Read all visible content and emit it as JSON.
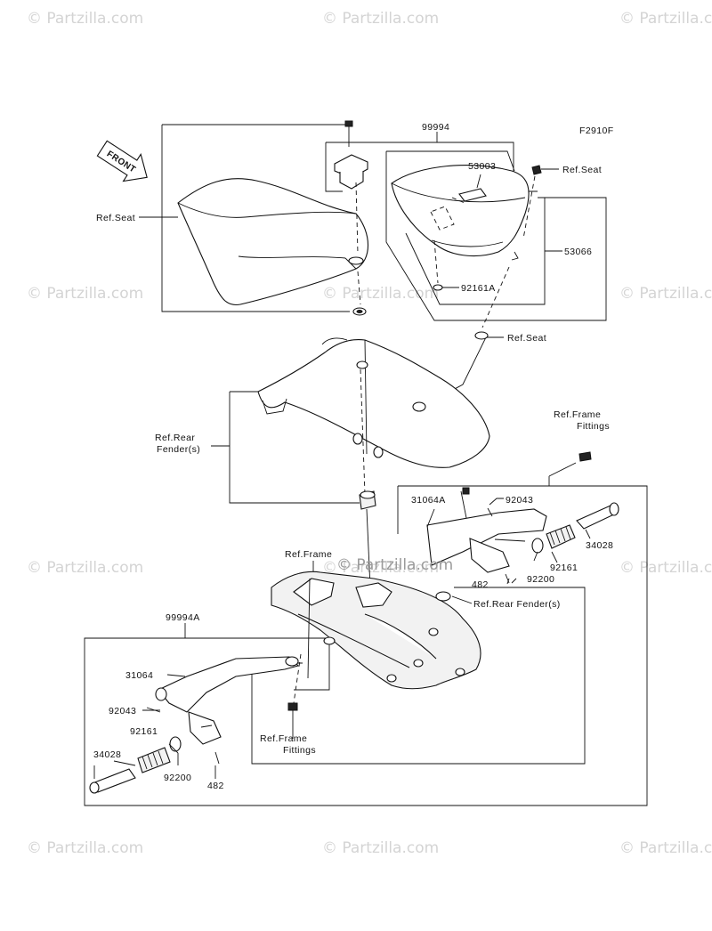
{
  "diagram_code": "F2910F",
  "front_label": "FRONT",
  "watermarks": [
    "© Partzilla.com",
    "© Partzilla.com",
    "© Partzilla.com",
    "© Partzilla.com",
    "© Partzilla.com",
    "© Partzilla.com",
    "© Partzilla.com",
    "© Partzilla.com",
    "© Partzilla.com",
    "© Partzilla.com",
    "© Partzilla.com",
    "© Partzilla.com"
  ],
  "watermark_center": "© Partzilla.com",
  "labels": {
    "p99994": "99994",
    "p53003": "53003",
    "ref_seat_right": "Ref.Seat",
    "ref_seat_left": "Ref.Seat",
    "ref_seat_mid": "Ref.Seat",
    "p53066": "53066",
    "p92161A": "92161A",
    "ref_rear_fender_1": "Ref.Rear",
    "ref_rear_fender_2": "Fender(s)",
    "ref_frame_fittings_top_1": "Ref.Frame",
    "ref_frame_fittings_top_2": "Fittings",
    "p31064A": "31064A",
    "p92043_right": "92043",
    "p34028_right": "34028",
    "p92161_right": "92161",
    "p92200_right": "92200",
    "p482_right": "482",
    "ref_frame": "Ref.Frame",
    "ref_rear_fender_inline": "Ref.Rear Fender(s)",
    "p99994A": "99994A",
    "p31064": "31064",
    "p92043_left": "92043",
    "p92161_left": "92161",
    "p34028_left": "34028",
    "p92200_left": "92200",
    "p482_left": "482",
    "ref_frame_fittings_bot_1": "Ref.Frame",
    "ref_frame_fittings_bot_2": "Fittings"
  }
}
